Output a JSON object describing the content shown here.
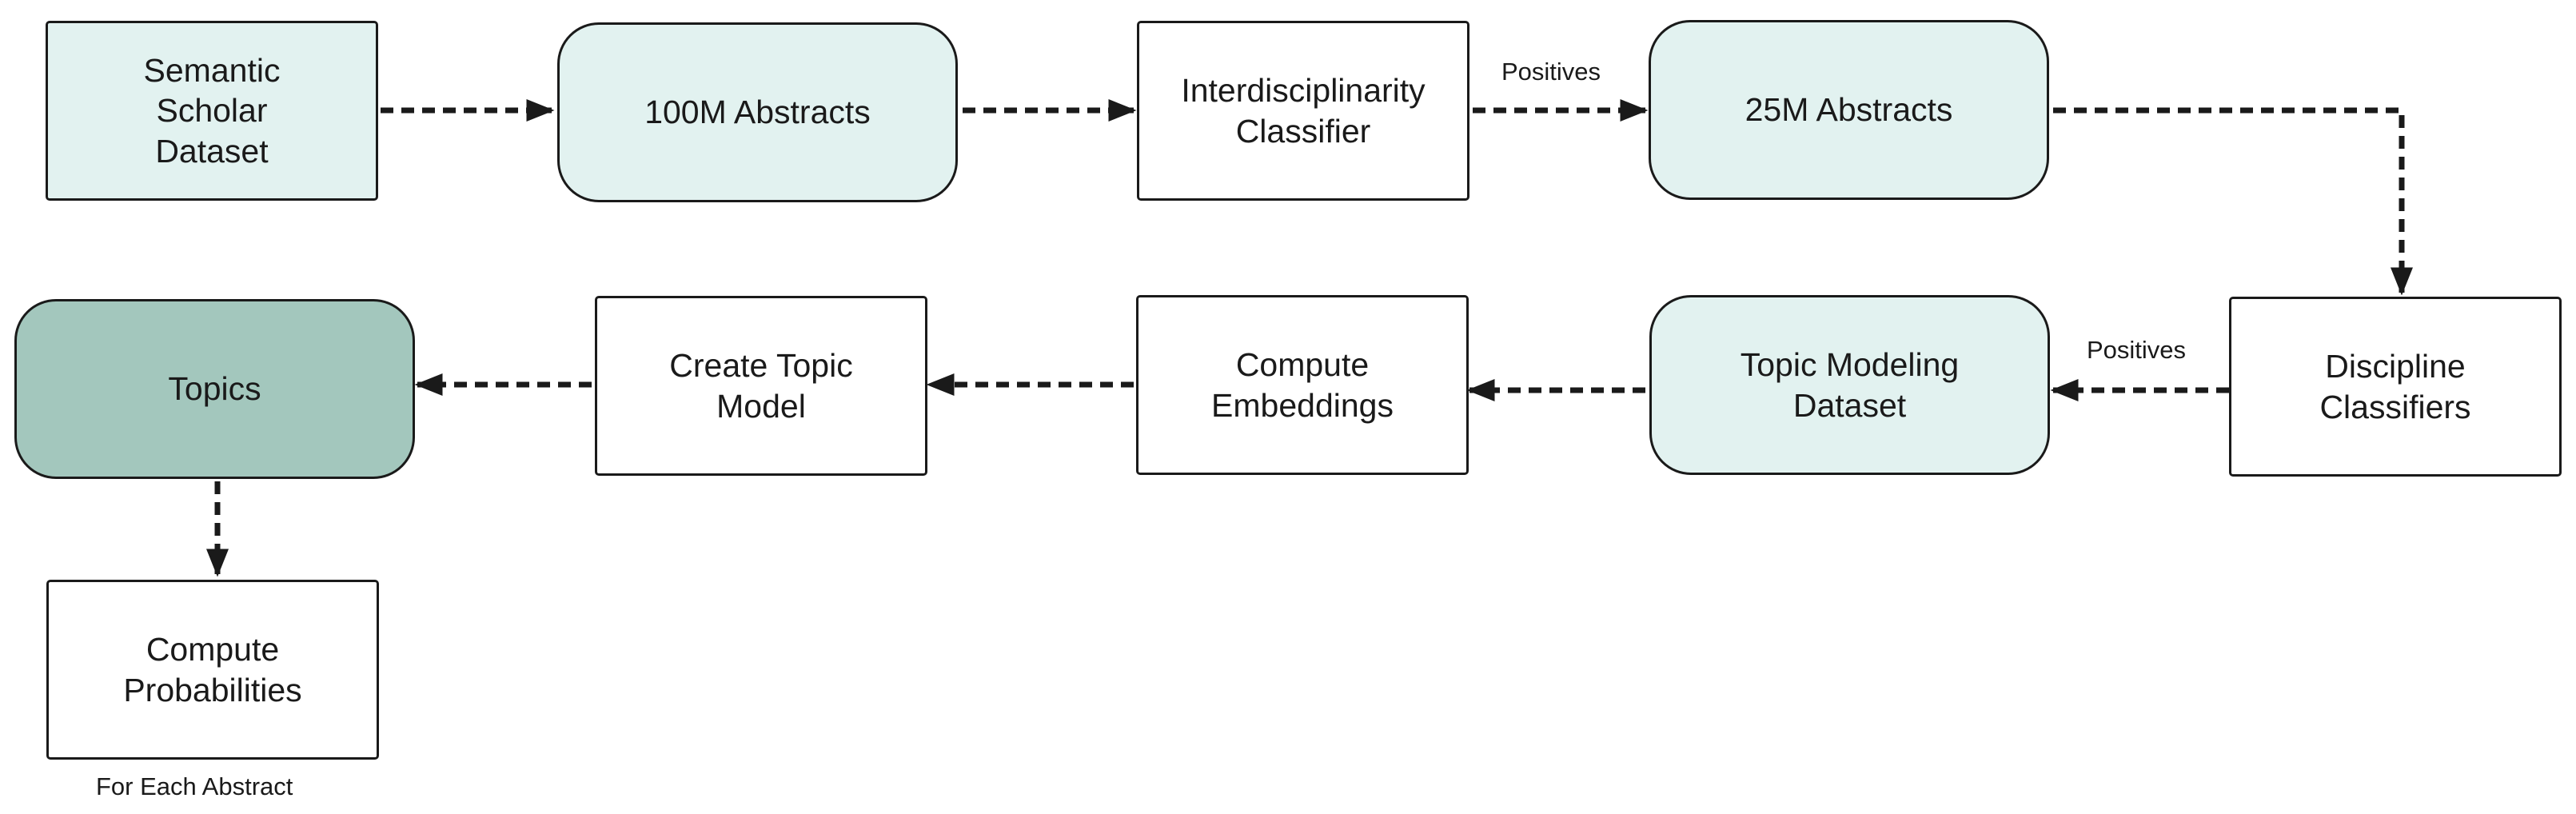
{
  "colors": {
    "data_fill": "#e2f2f0",
    "process_fill": "#ffffff",
    "result_fill": "#a3c7bd",
    "stroke": "#1a1a1a"
  },
  "nodes": [
    {
      "id": "semantic-scholar-dataset",
      "text": "Semantic\nScholar\nDataset",
      "kind": "data-rect"
    },
    {
      "id": "abstracts-100m",
      "text": "100M Abstracts",
      "kind": "data-rounded"
    },
    {
      "id": "interdisciplinarity-classifier",
      "text": "Interdisciplinarity\nClassifier",
      "kind": "process"
    },
    {
      "id": "abstracts-25m",
      "text": "25M Abstracts",
      "kind": "data-rounded"
    },
    {
      "id": "discipline-classifiers",
      "text": "Discipline\nClassifiers",
      "kind": "process"
    },
    {
      "id": "topic-modeling-dataset",
      "text": "Topic Modeling\nDataset",
      "kind": "data-rounded"
    },
    {
      "id": "compute-embeddings",
      "text": "Compute\nEmbeddings",
      "kind": "process"
    },
    {
      "id": "create-topic-model",
      "text": "Create Topic\nModel",
      "kind": "process"
    },
    {
      "id": "topics",
      "text": "Topics",
      "kind": "result-rounded"
    },
    {
      "id": "compute-probabilities",
      "text": "Compute\nProbabilities",
      "kind": "process"
    }
  ],
  "edges": [
    {
      "from": "semantic-scholar-dataset",
      "to": "abstracts-100m",
      "label": ""
    },
    {
      "from": "abstracts-100m",
      "to": "interdisciplinarity-classifier",
      "label": ""
    },
    {
      "from": "interdisciplinarity-classifier",
      "to": "abstracts-25m",
      "label": "Positives"
    },
    {
      "from": "abstracts-25m",
      "to": "discipline-classifiers",
      "label": ""
    },
    {
      "from": "discipline-classifiers",
      "to": "topic-modeling-dataset",
      "label": "Positives"
    },
    {
      "from": "topic-modeling-dataset",
      "to": "compute-embeddings",
      "label": ""
    },
    {
      "from": "compute-embeddings",
      "to": "create-topic-model",
      "label": ""
    },
    {
      "from": "create-topic-model",
      "to": "topics",
      "label": ""
    },
    {
      "from": "topics",
      "to": "compute-probabilities",
      "label": ""
    }
  ],
  "caption": "For Each Abstract"
}
